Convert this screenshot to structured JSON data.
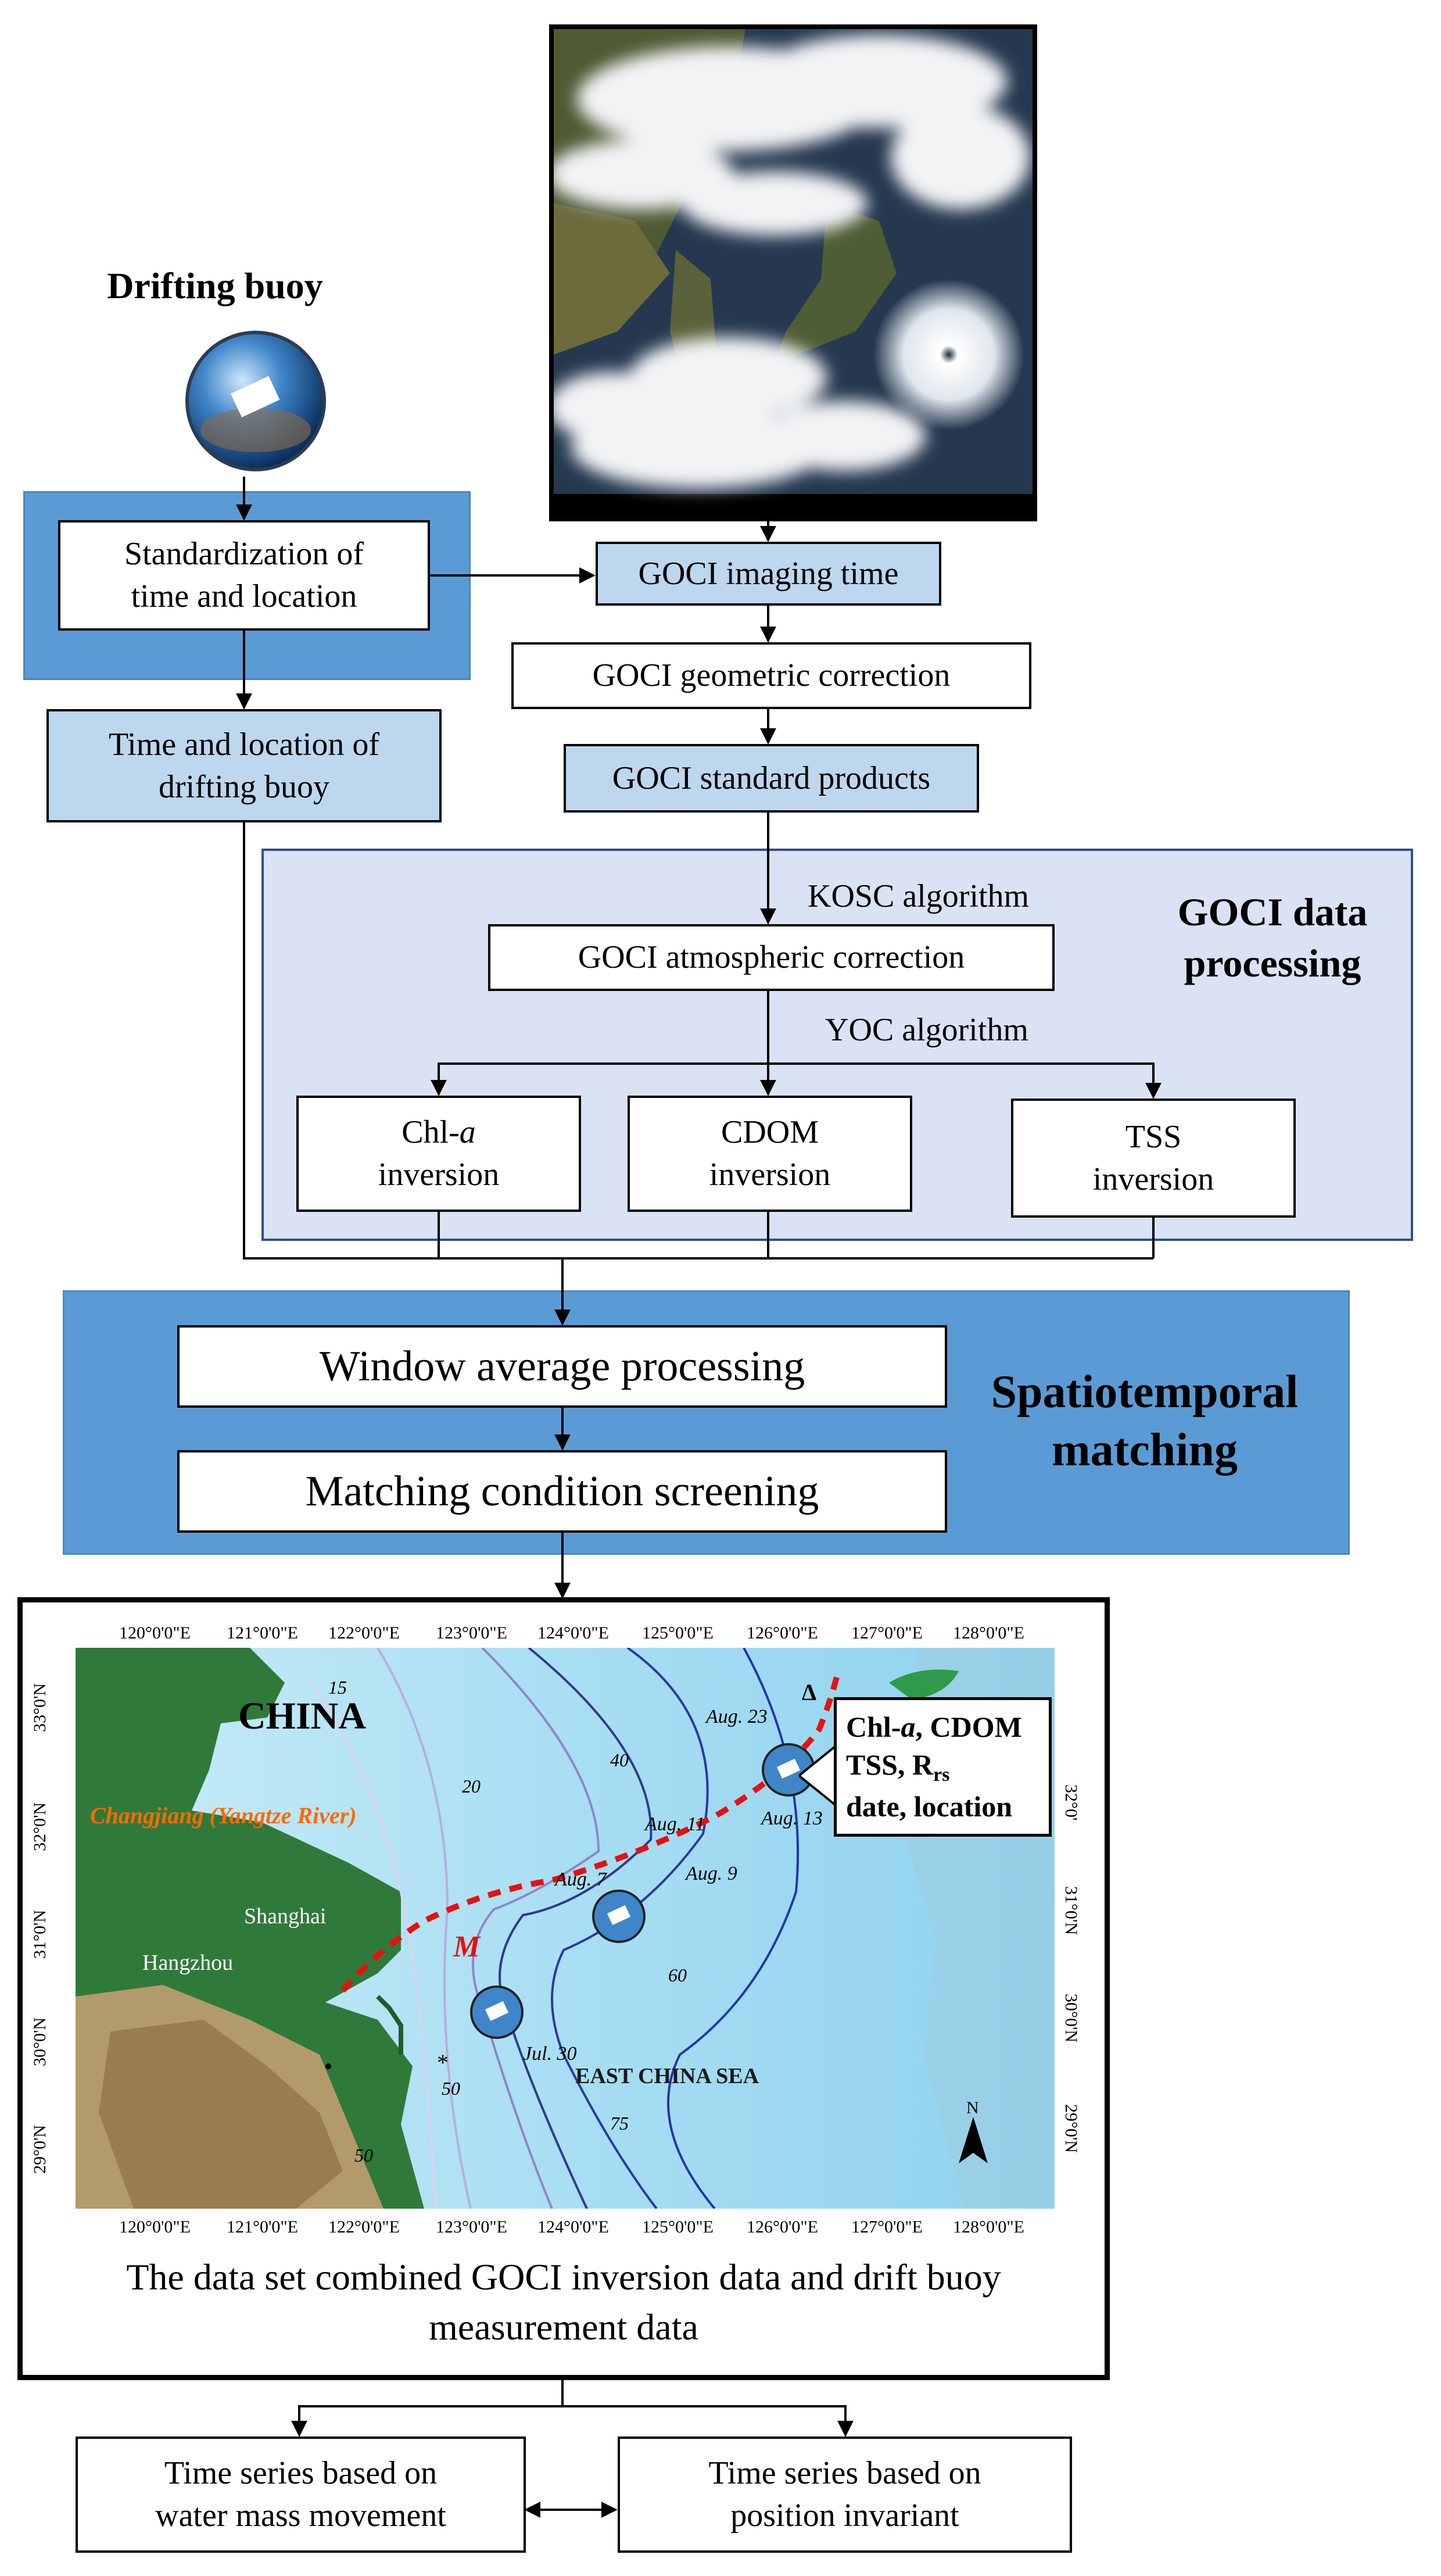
{
  "buoy_title": "Drifting buoy",
  "standardization": [
    "Standardization of",
    "time and location"
  ],
  "time_location": [
    "Time and location of",
    "drifting buoy"
  ],
  "imaging_time": "GOCI imaging time",
  "geometric": "GOCI  geometric correction",
  "standard_products": "GOCI standard products",
  "kosc": "KOSC algorithm",
  "atmospheric": "GOCI  atmospheric correction",
  "yoc": "YOC algorithm",
  "goci_processing": [
    "GOCI data",
    "processing"
  ],
  "chl": {
    "pre": "Chl-",
    "ital": "a",
    "line2": "inversion"
  },
  "cdom": [
    "CDOM",
    "inversion"
  ],
  "tss": [
    "TSS",
    "inversion"
  ],
  "window_avg": "Window average processing",
  "matching": "Matching condition screening",
  "spatiotemporal": [
    "Spatiotemporal",
    "matching"
  ],
  "map": {
    "lon_labels": [
      "120°0'0\"E",
      "121°0'0\"E",
      "122°0'0\"E",
      "123°0'0\"E",
      "124°0'0\"E",
      "125°0'0\"E",
      "126°0'0\"E",
      "127°0'0\"E",
      "128°0'0\"E"
    ],
    "lat_labels": [
      "33°0'N",
      "32°0'N",
      "31°0'N",
      "30°0'N",
      "29°0'N"
    ],
    "lat_labels_right": [
      "32°0'",
      "31°0'N",
      "30°0'N",
      "29°0'N"
    ],
    "china": "CHINA",
    "river": "Changjiang (Yangtze River)",
    "shanghai": "Shanghai",
    "hangzhou": "Hangzhou",
    "sea": "EAST CHINA SEA",
    "dates": [
      "Aug. 23",
      "Aug. 13",
      "Aug. 11",
      "Aug. 9",
      "Aug. 7",
      "Jul. 30"
    ],
    "contours": [
      "15",
      "20",
      "40",
      "50",
      "60",
      "75",
      "50"
    ],
    "m_label": "M",
    "star": "*",
    "delta": "Δ",
    "north": "N",
    "callout": {
      "line1_pre": "Chl-",
      "line1_ital": "a",
      "line1_post": ", CDOM",
      "line2_pre": "TSS, R",
      "line2_sub": "rs",
      "line3": "date, location"
    }
  },
  "dataset_caption": [
    "The data set combined GOCI inversion data  and drift buoy",
    "measurement data"
  ],
  "ts_water": [
    "Time series based on",
    "water mass movement"
  ],
  "ts_position": [
    "Time series based on",
    "position invariant"
  ],
  "colors": {
    "dark_blue": "#5b9bd5",
    "light_blue": "#bdd7ee",
    "pale_panel": "#dae3f3",
    "sea": "#aee0f2",
    "land": "#2f7a3a"
  }
}
